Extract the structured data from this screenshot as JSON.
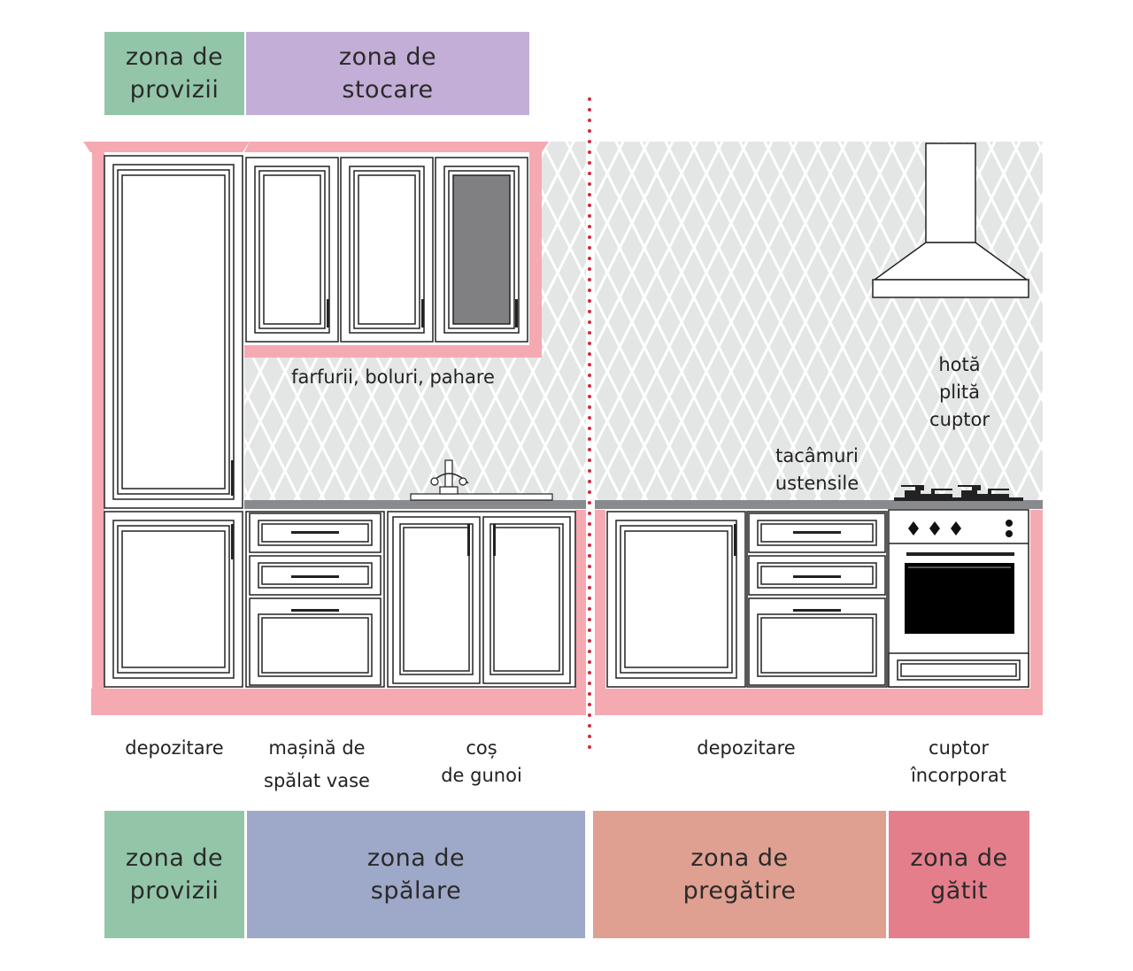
{
  "colors": {
    "zona_provizii": "#93c6a9",
    "zona_stocare": "#c2aed6",
    "zona_spalare": "#9ea8c8",
    "zona_pregatire": "#dfa091",
    "zona_gatit": "#e57e8b",
    "accent_pink": "#f5aab2",
    "divider": "#d42a3c",
    "wall": "#e4e5e5"
  },
  "top_zones": {
    "provizii": [
      "zona de",
      "provizii"
    ],
    "stocare": [
      "zona de",
      "stocare"
    ]
  },
  "bottom_zones": {
    "provizii": [
      "zona de",
      "provizii"
    ],
    "spalare": [
      "zona de",
      "spălare"
    ],
    "pregatire": [
      "zona de",
      "pregătire"
    ],
    "gatit": [
      "zona de",
      "gătit"
    ]
  },
  "labels": {
    "farfurii": "farfurii, boluri, pahare",
    "hota": [
      "hotă",
      "plită",
      "cuptor"
    ],
    "tacamuri": [
      "tacâmuri",
      "ustensile"
    ],
    "depozitare_left": "depozitare",
    "masina": [
      "mașină de",
      "spălat vase"
    ],
    "cos": [
      "coș",
      "de gunoi"
    ],
    "depozitare_right": "depozitare",
    "cuptor": [
      "cuptor",
      "încorporat"
    ]
  }
}
